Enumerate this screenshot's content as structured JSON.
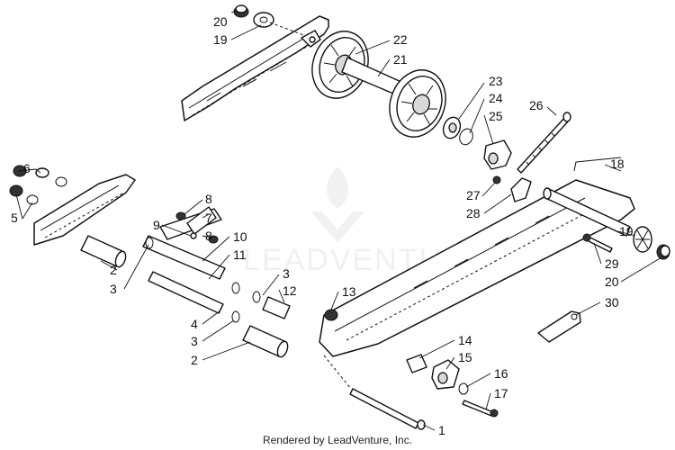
{
  "footer": "Rendered by LeadVenture, Inc.",
  "watermark": "LEADVENTURE",
  "callouts": [
    "1",
    "2",
    "2",
    "3",
    "3",
    "3",
    "3",
    "4",
    "5",
    "6",
    "7",
    "8",
    "8",
    "9",
    "10",
    "11",
    "12",
    "13",
    "14",
    "15",
    "16",
    "17",
    "18",
    "19",
    "19",
    "20",
    "20",
    "21",
    "22",
    "23",
    "24",
    "25",
    "26",
    "27",
    "28",
    "29",
    "30"
  ]
}
